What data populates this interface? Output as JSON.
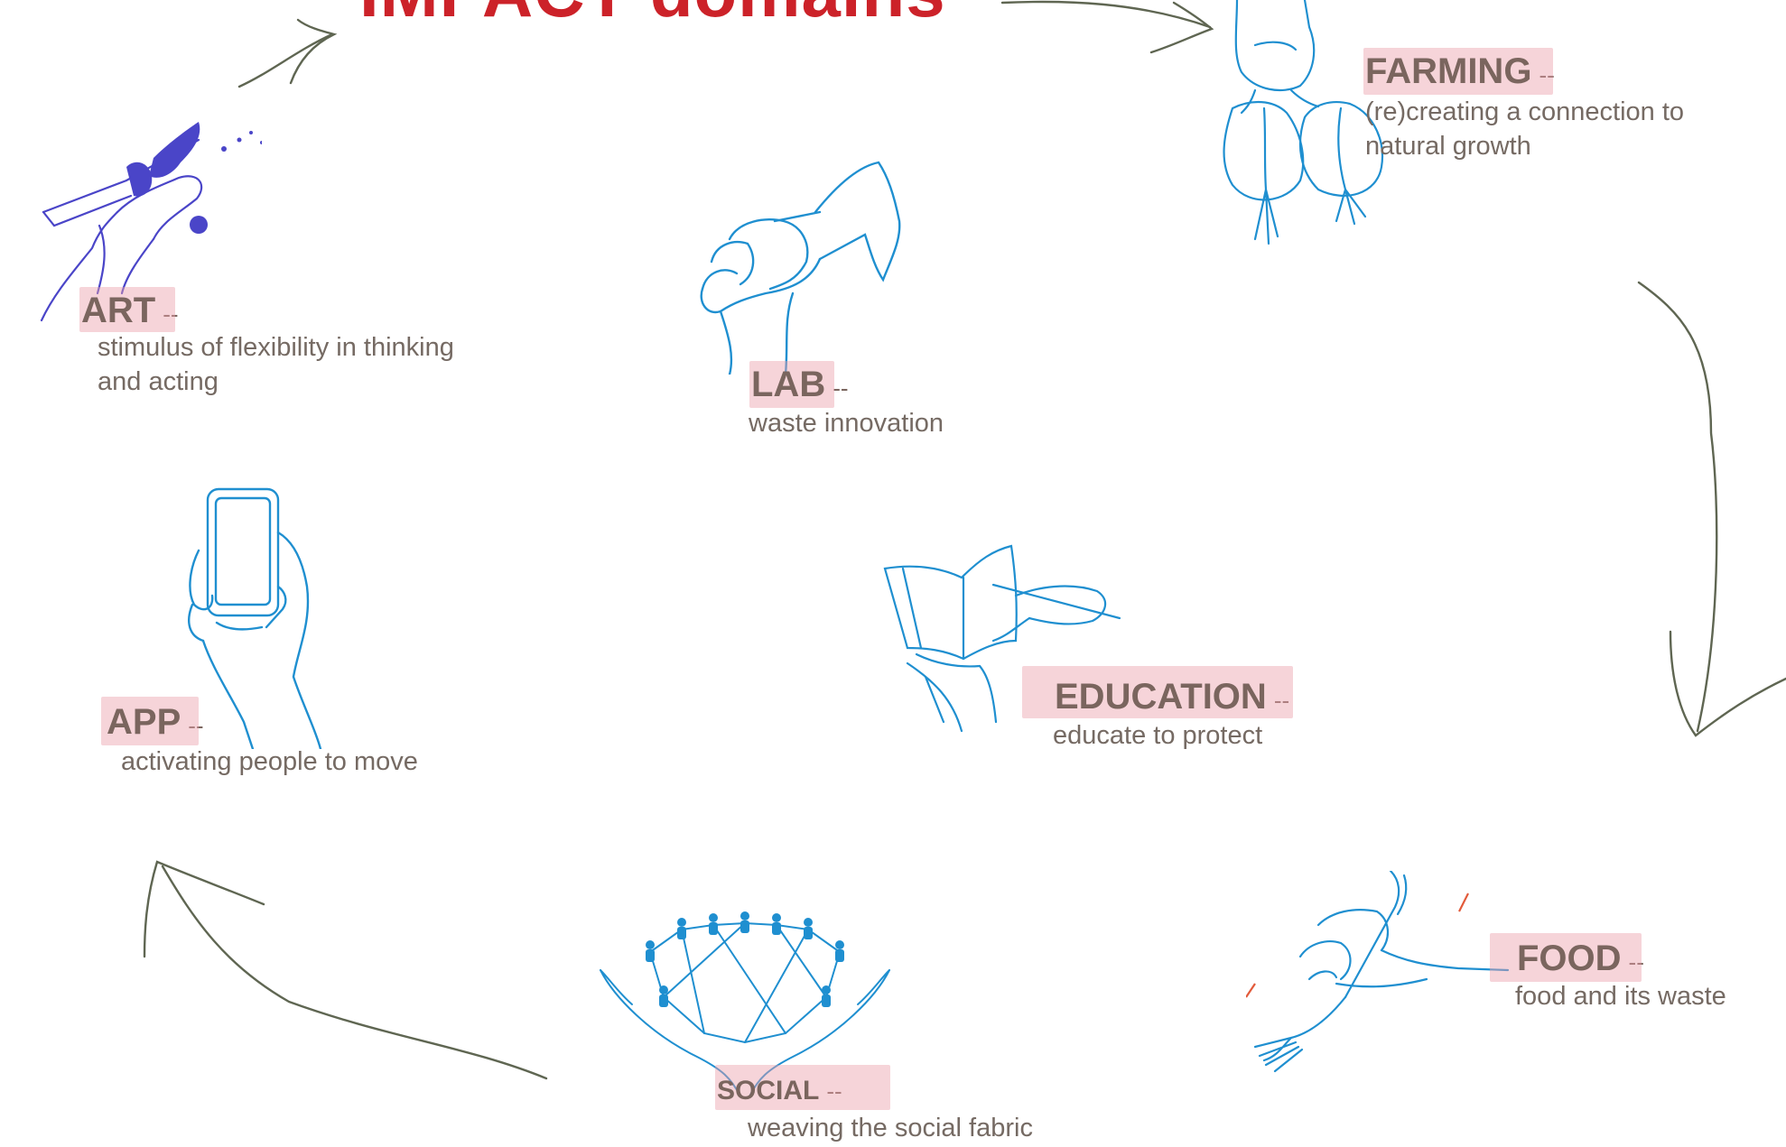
{
  "title": "IMPACT domains",
  "dash": "--",
  "domains": {
    "art": {
      "name": "ART",
      "desc_lines": [
        "stimulus of flexibility in thinking",
        "and acting"
      ]
    },
    "lab": {
      "name": "LAB",
      "desc_lines": [
        "waste innovation"
      ]
    },
    "farming": {
      "name": "FARMING",
      "desc_lines": [
        "(re)creating a connection to",
        "natural growth"
      ]
    },
    "app": {
      "name": "APP",
      "desc_lines": [
        "activating people to move"
      ]
    },
    "education": {
      "name": "EDUCATION",
      "desc_lines": [
        "educate to protect"
      ]
    },
    "food": {
      "name": "FOOD",
      "desc_lines": [
        "food and its waste"
      ]
    },
    "social": {
      "name": "SOCIAL",
      "desc_lines": [
        "weaving the social fabric"
      ]
    }
  },
  "colors": {
    "title": "#cc2229",
    "label": "#7a655e",
    "description": "#756a63",
    "highlight": "#eca0aa",
    "arrow": "#5f6652",
    "sketch_blue": "#1f8fd0",
    "sketch_purple": "#4a45c8"
  },
  "icons": [
    "paint-hand-icon",
    "hammer-hand-icon",
    "garlic-hand-icon",
    "phone-hand-icon",
    "book-writing-icon",
    "fork-hand-icon",
    "people-circle-hands-icon"
  ]
}
